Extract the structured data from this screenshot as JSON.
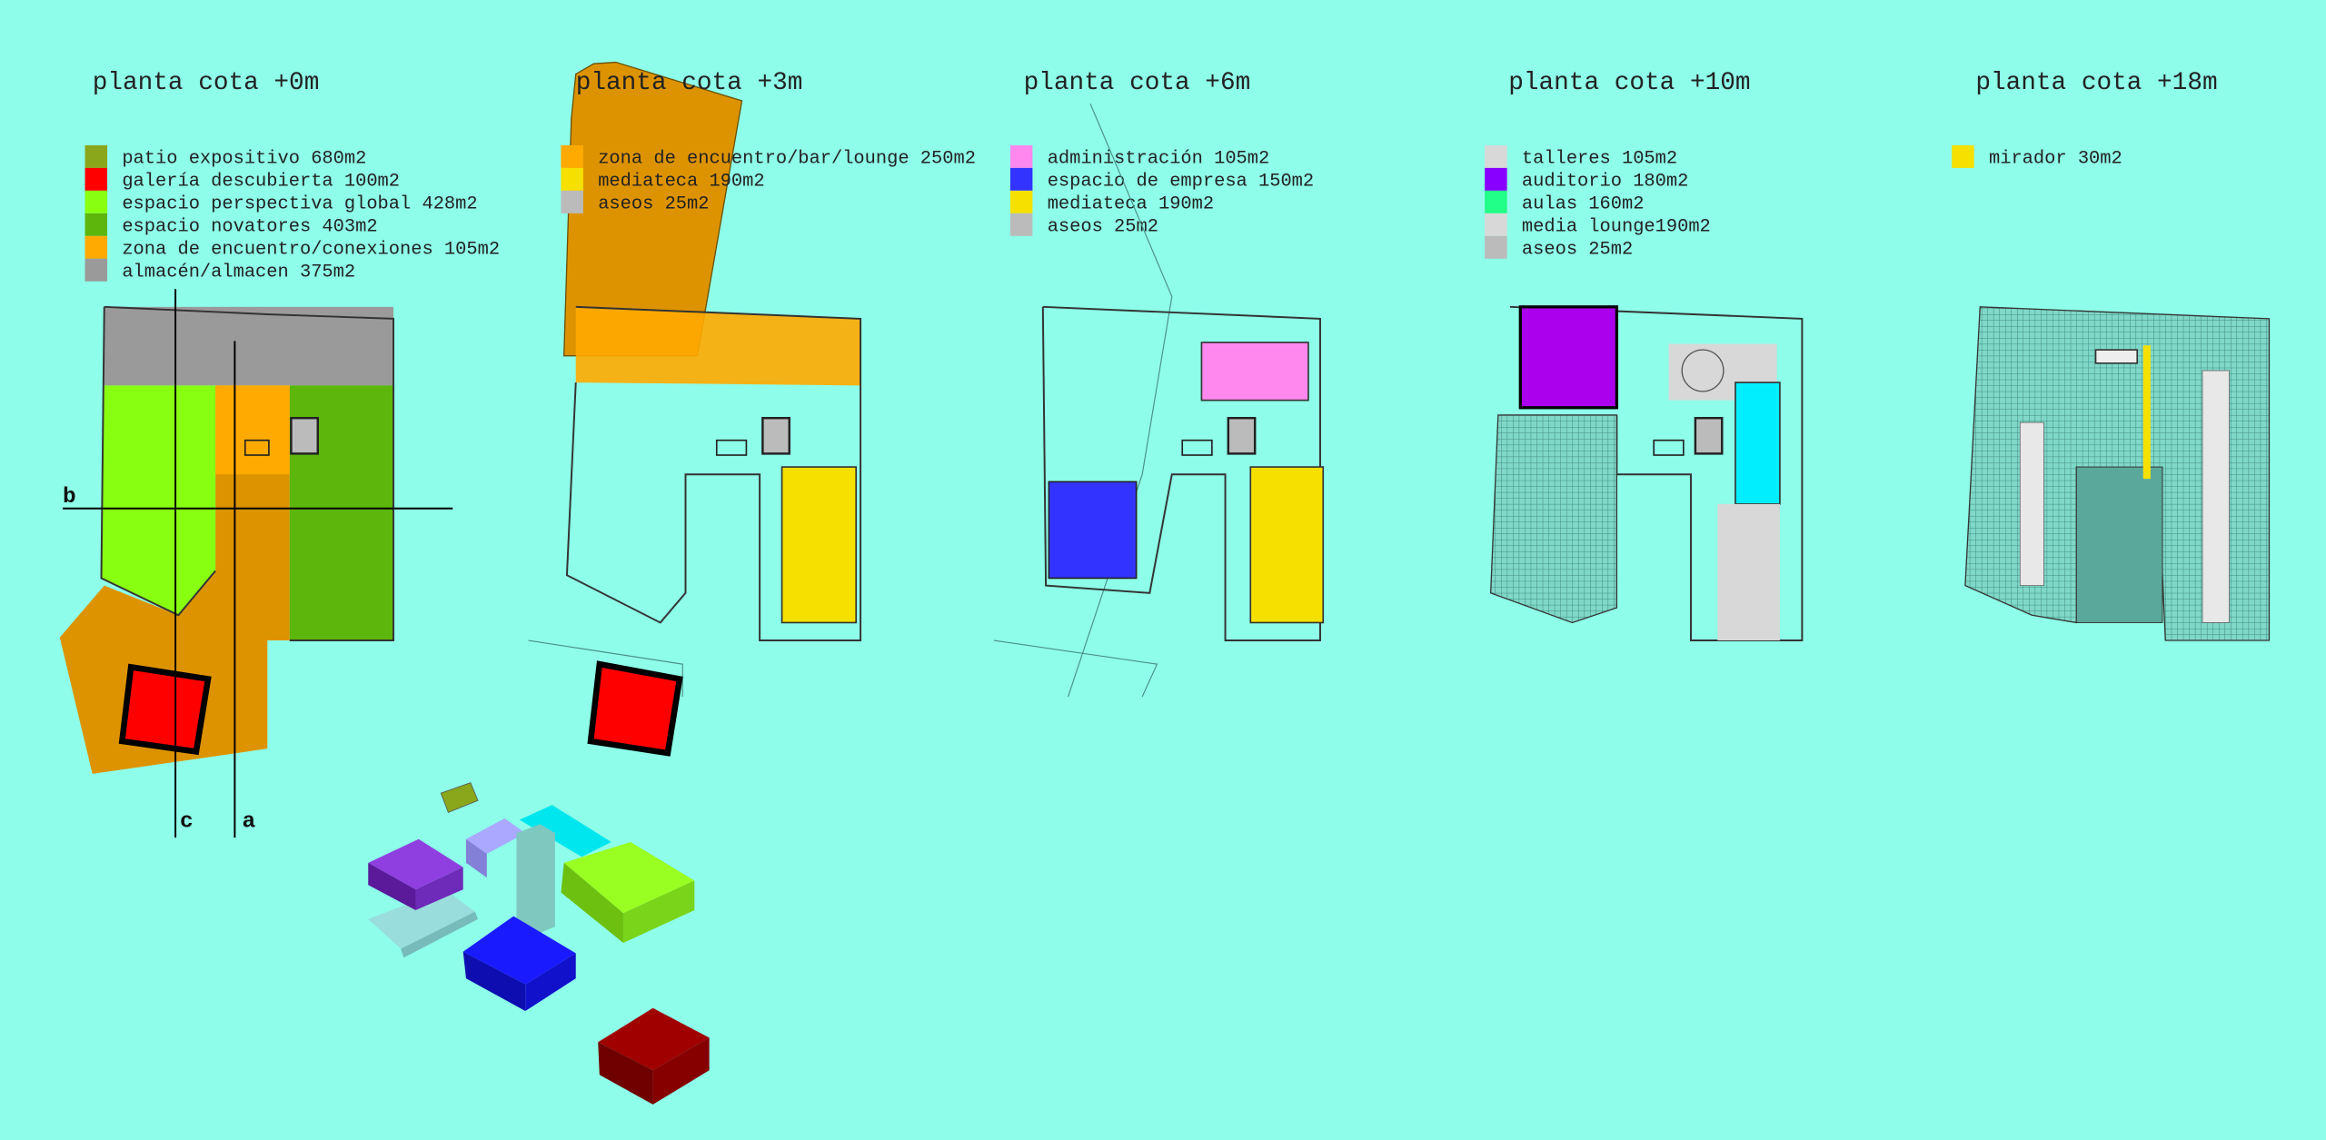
{
  "colors": {
    "background": "#8efde9"
  },
  "plans": [
    {
      "title": "planta cota +0m",
      "legend": [
        {
          "label": "patio expositivo 680m2",
          "color": "#8aa61b"
        },
        {
          "label": "galería descubierta 100m2",
          "color": "#ff0000"
        },
        {
          "label": "espacio perspectiva global 428m2",
          "color": "#88ff11"
        },
        {
          "label": "espacio novatores 403m2",
          "color": "#5db60b"
        },
        {
          "label": "zona de encuentro/conexiones 105m2",
          "color": "#ffaa00"
        },
        {
          "label": "almacén/almacen 375m2",
          "color": "#9a9a9a"
        }
      ]
    },
    {
      "title": "planta cota +3m",
      "legend": [
        {
          "label": "zona de encuentro/bar/lounge 250m2",
          "color": "#ffaa00"
        },
        {
          "label": "mediateca 190m2",
          "color": "#f5e000"
        },
        {
          "label": "aseos 25m2",
          "color": "#bbbbbb"
        }
      ]
    },
    {
      "title": "planta cota +6m",
      "legend": [
        {
          "label": "administración 105m2",
          "color": "#ff88ee"
        },
        {
          "label": "espacio de empresa 150m2",
          "color": "#3333ff"
        },
        {
          "label": "mediateca 190m2",
          "color": "#f5e000"
        },
        {
          "label": "aseos 25m2",
          "color": "#bbbbbb"
        }
      ]
    },
    {
      "title": "planta cota +10m",
      "legend": [
        {
          "label": "talleres 105m2",
          "color": "#d8d8d8"
        },
        {
          "label": "auditorio 180m2",
          "color": "#8800ff"
        },
        {
          "label": "aulas 160m2",
          "color": "#22ff88"
        },
        {
          "label": "media lounge190m2",
          "color": "#d8d8d8"
        },
        {
          "label": "aseos 25m2",
          "color": "#bbbbbb"
        }
      ]
    },
    {
      "title": "planta cota +18m",
      "legend": [
        {
          "label": "mirador 30m2",
          "color": "#f5e000"
        }
      ]
    }
  ],
  "section_marks": {
    "a": "a",
    "b": "b",
    "c": "c"
  }
}
